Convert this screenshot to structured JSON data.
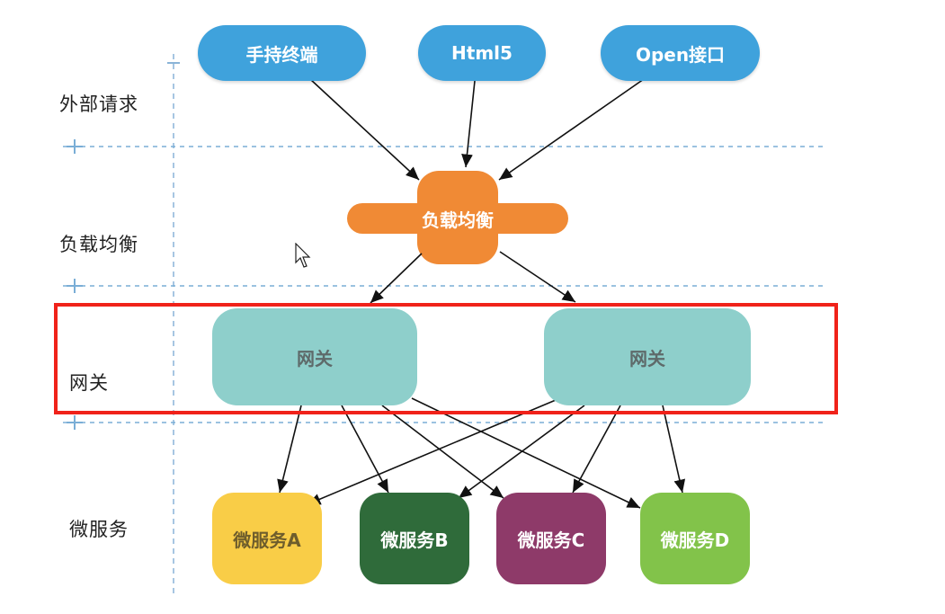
{
  "layers": {
    "external": "外部请求",
    "lb": "负载均衡",
    "gateway": "网关",
    "micro": "微服务"
  },
  "clients": [
    "手持终端",
    "Html5",
    "Open接口"
  ],
  "load_balancer": "负载均衡",
  "gateways": [
    "网关",
    "网关"
  ],
  "microservices": [
    "微服务A",
    "微服务B",
    "微服务C",
    "微服务D"
  ],
  "colors": {
    "client": "#3fa2dc",
    "load_balancer": "#f08a35",
    "gateway": "#8ecfcb",
    "highlight": "#f0221a",
    "divider": "#7aaed6",
    "ms_a": "#f9cd47",
    "ms_b": "#2f6b3a",
    "ms_c": "#8e3a69",
    "ms_d": "#82c34a"
  }
}
